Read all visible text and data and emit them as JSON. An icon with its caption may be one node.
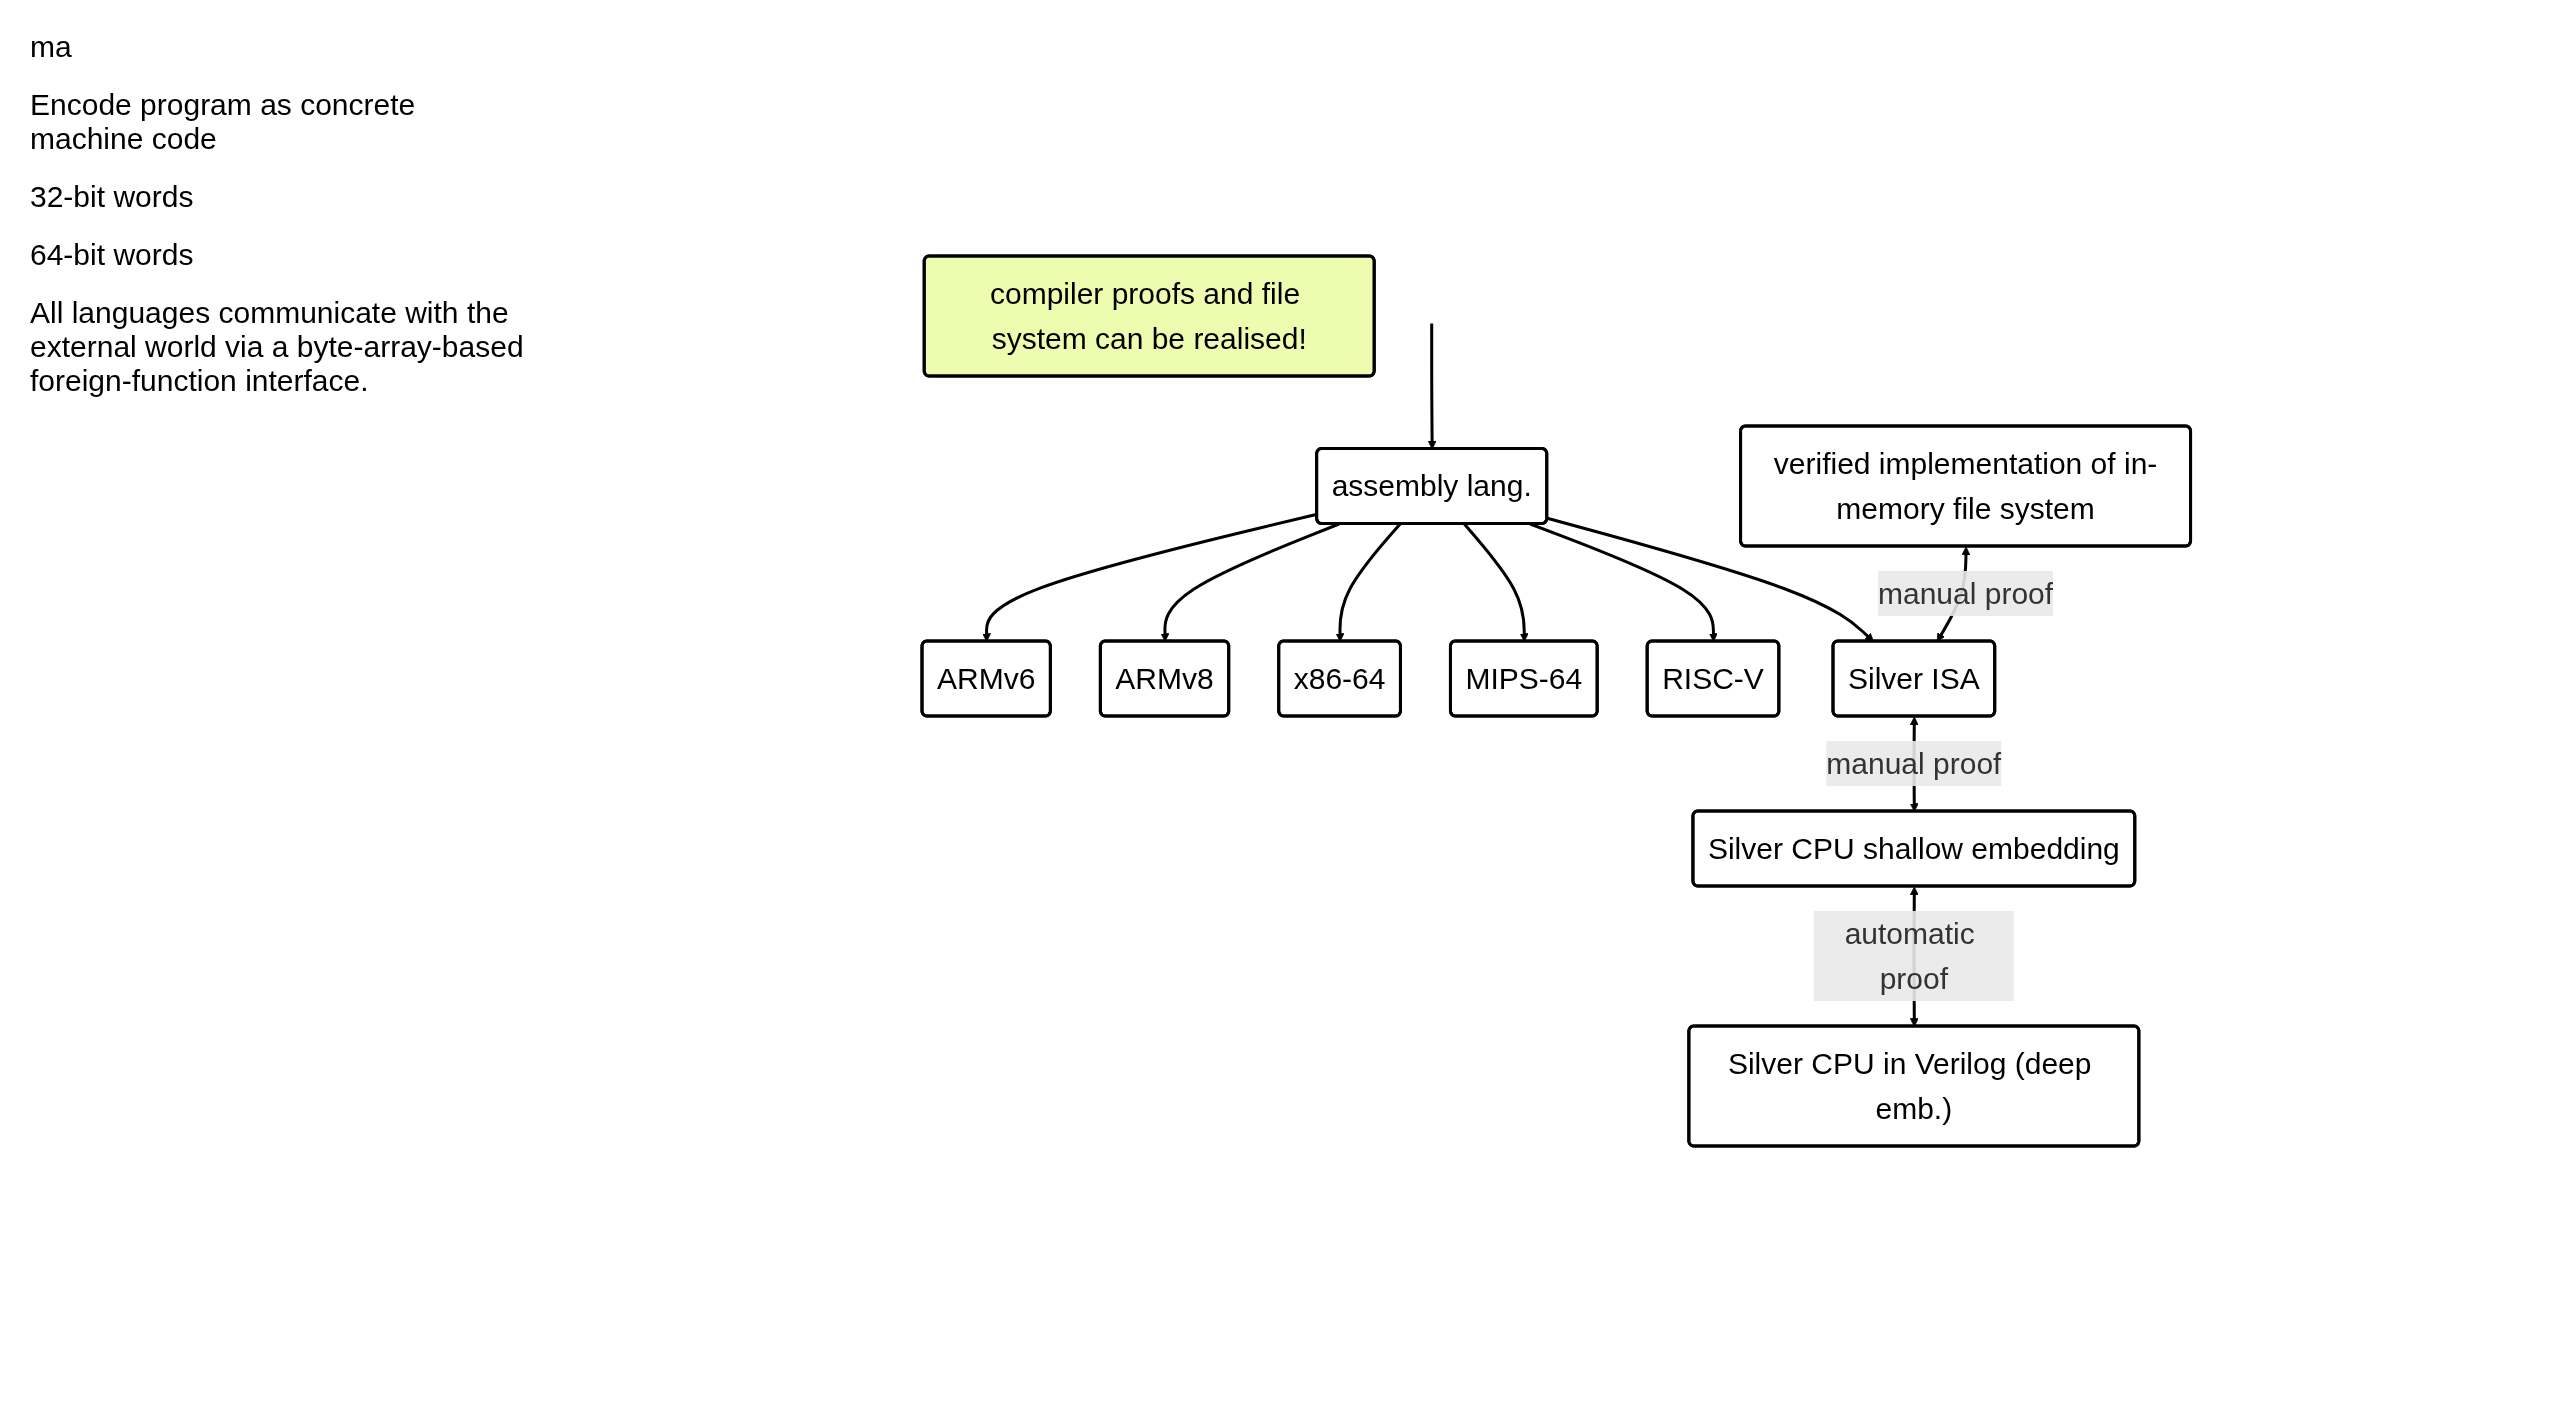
{
  "diagram": {
    "nodes": [
      {
        "text": [
          "compiler proofs and file system can be realised!"
        ]
      },
      {
        "text": [
          "assembly lang."
        ]
      },
      {
        "text": [
          "verified implementation of in-memory file system"
        ]
      },
      {
        "text": [
          "ARMv6"
        ]
      },
      {
        "text": [
          "Silver ISA"
        ]
      },
      {
        "text": [
          "ARMv8"
        ]
      },
      {
        "text": [
          "x86-64"
        ]
      },
      {
        "text": [
          "MIPS-64"
        ]
      },
      {
        "text": [
          "RISC-V"
        ]
      },
      {
        "text": [
          "Silver CPU shallow embedding"
        ]
      },
      {
        "text": [
          "Silver CPU in Verilog (deep emb.)"
        ]
      }
    ],
    "edges": [
      {
        "from": null,
        "to": 1,
        "arrow": "to"
      },
      {
        "from": 1,
        "to": 3,
        "arrow": "to"
      },
      {
        "from": 1,
        "to": 4,
        "arrow": "to"
      },
      {
        "from": 1,
        "to": 5,
        "arrow": "to"
      },
      {
        "from": 1,
        "to": 6,
        "arrow": "to"
      },
      {
        "from": 1,
        "to": 7,
        "arrow": "to"
      },
      {
        "from": 1,
        "to": 8,
        "arrow": "to"
      },
      {
        "from": 2,
        "to": 4,
        "arrow": "both",
        "label": "manual proof"
      },
      {
        "from": 4,
        "to": 9,
        "arrow": "both",
        "label": "manual proof"
      },
      {
        "from": 9,
        "to": 10,
        "arrow": "both",
        "label": "automatic proof"
      }
    ],
    "labels": [
      "ma",
      "Encode program as concrete machine code",
      "32-bit words",
      "64-bit words",
      "All languages communicate with the external world via a byte-array-based foreign-function interface."
    ]
  }
}
